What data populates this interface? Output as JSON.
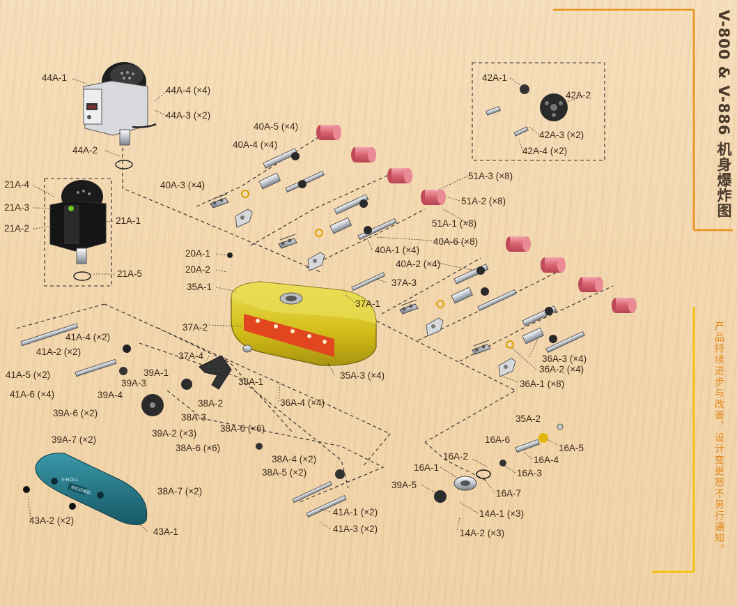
{
  "title": "V-800 & V-886 机身爆炸图",
  "note": "产品持续进步与改善，设计变更恕不另行通知。",
  "accent_orange": "#e8901a",
  "accent_yellow": "#f2c200",
  "part_colors": {
    "motor": "#222222",
    "housing": "#d8c21c",
    "roller": "#d86a78",
    "cover": "#1e6f80"
  },
  "cover_text": {
    "model": "V-ROLL",
    "brand": "滚轮研磨机"
  },
  "labels": {
    "l44A1": "44A-1",
    "l44A4": "44A-4 (×4)",
    "l44A3": "44A-3 (×2)",
    "l44A2": "44A-2",
    "l21A4": "21A-4",
    "l21A3": "21A-3",
    "l21A2": "21A-2",
    "l21A1": "21A-1",
    "l21A5": "21A-5",
    "l20A1": "20A-1",
    "l20A2": "20A-2",
    "l35A1": "35A-1",
    "l40A5": "40A-5 (×4)",
    "l40A4": "40A-4 (×4)",
    "l40A3": "40A-3 (×4)",
    "l42A1": "42A-1",
    "l42A2": "42A-2",
    "l42A3": "42A-3 (×2)",
    "l42A4": "42A-4 (×2)",
    "l51A3": "51A-3 (×8)",
    "l51A2": "51A-2 (×8)",
    "l51A1": "51A-1 (×8)",
    "l40A1": "40A-1 (×4)",
    "l40A6": "40A-6 (×8)",
    "l40A2": "40A-2 (×4)",
    "l37A3": "37A-3",
    "l37A1": "37A-1",
    "l37A2": "37A-2",
    "l37A4": "37A-4",
    "l41A4": "41A-4 (×2)",
    "l41A2": "41A-2 (×2)",
    "l41A5": "41A-5 (×2)",
    "l41A6": "41A-6 (×4)",
    "l39A1": "39A-1",
    "l39A3": "39A-3",
    "l39A4": "39A-4",
    "l39A6": "39A-6 (×2)",
    "l39A7": "39A-7 (×2)",
    "l39A2": "39A-2 (×3)",
    "l38A1": "38A-1",
    "l38A2": "38A-2",
    "l38A3": "38A-3",
    "l35A3": "35A-3 (×4)",
    "l36A4": "36A-4 (×4)",
    "l36A3": "36A-3 (×4)",
    "l36A2": "36A-2 (×4)",
    "l36A1": "36A-1 (×8)",
    "l38A6a": "38A-6 (×6)",
    "l38A6b": "38A-6 (×6)",
    "l38A4": "38A-4 (×2)",
    "l38A5": "38A-5 (×2)",
    "l38A7": "38A-7 (×2)",
    "l35A2": "35A-2",
    "l16A6": "16A-6",
    "l16A5": "16A-5",
    "l16A4": "16A-4",
    "l16A2": "16A-2",
    "l16A3": "16A-3",
    "l16A1": "16A-1",
    "l16A7": "16A-7",
    "l39A5": "39A-5",
    "l14A1": "14A-1 (×3)",
    "l14A2": "14A-2 (×3)",
    "l41A1": "41A-1 (×2)",
    "l41A3": "41A-3 (×2)",
    "l43A2": "43A-2 (×2)",
    "l43A1": "43A-1"
  }
}
